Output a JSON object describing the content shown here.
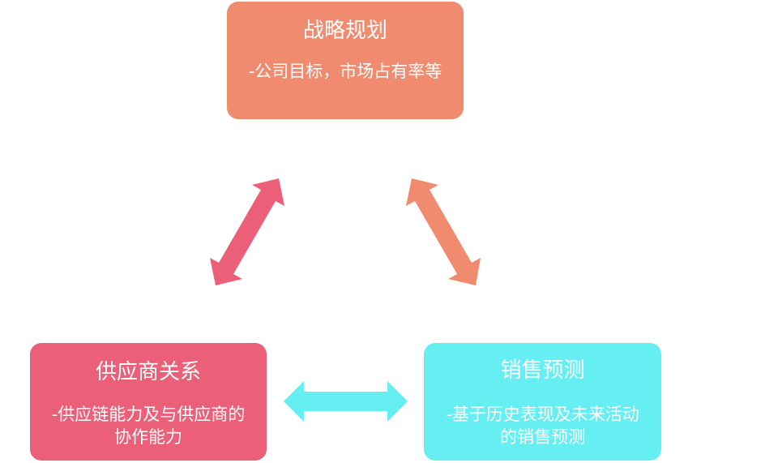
{
  "nodes": {
    "strategy": {
      "title": "战略规划",
      "desc": "-公司目标，市场占有率等"
    },
    "supplier": {
      "title": "供应商关系",
      "desc": "-供应链能力及与供应商的协作能力"
    },
    "sales": {
      "title": "销售预测",
      "desc": "-基于历史表现及未来活动的销售预测"
    }
  },
  "colors": {
    "strategy": "#f08b70",
    "supplier": "#ec5f78",
    "sales": "#65eff2"
  }
}
